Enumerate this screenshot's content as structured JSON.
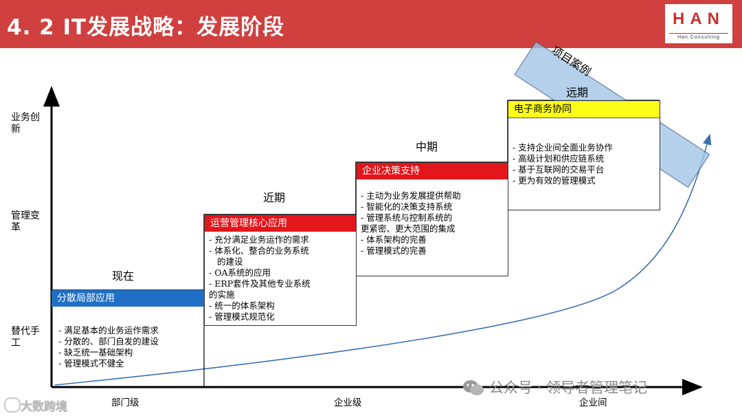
{
  "slide": {
    "title": "4. 2 IT发展战略：发展阶段",
    "logo": {
      "word": "HAN",
      "sub": "Han Consulting"
    }
  },
  "y_axis": {
    "levels": [
      "业务创新",
      "管理变革",
      "替代手工"
    ]
  },
  "x_axis": {
    "levels": [
      "部门级",
      "企业级",
      "企业间"
    ]
  },
  "banner": {
    "label": "项目案例",
    "color": "#9fc3e6"
  },
  "stages": [
    {
      "phase": "现在",
      "heading": "分散局部应用",
      "heading_color": "#1f6fc6",
      "items": [
        "- 满足基本的业务运作需求",
        "- 分散的、部门自发的建设",
        "- 缺乏统一基础架构",
        "- 管理模式不健全"
      ]
    },
    {
      "phase": "近期",
      "heading": "运营管理核心应用",
      "heading_color": "#e3161c",
      "items": [
        "- 充分满足业务运作的需求",
        "- 体系化、整合的业务系统",
        "  的建设",
        "- OA系统的应用",
        "- ERP套件及其他专业系统",
        "的实施",
        "- 统一的体系架构",
        "- 管理模式规范化"
      ]
    },
    {
      "phase": "中期",
      "heading": "企业决策支持",
      "heading_color": "#e3161c",
      "items": [
        "- 主动为业务发展提供帮助",
        "- 智能化的决策支持系统",
        "- 管理系统与控制系统的",
        "更紧密、更大范围的集成",
        "- 体系架构的完善",
        "- 管理模式的完善"
      ]
    },
    {
      "phase": "远期",
      "heading": "电子商务协同",
      "heading_color": "#ffff1a",
      "items": [
        "- 支持企业间全面业务协作",
        "- 高级计划和供应链系统",
        "- 基于互联网的交易平台",
        "- 更为有效的管理模式"
      ]
    }
  ],
  "watermarks": {
    "wechat": "公众号 · 领导者管理笔记",
    "corner": "大数跨境"
  }
}
